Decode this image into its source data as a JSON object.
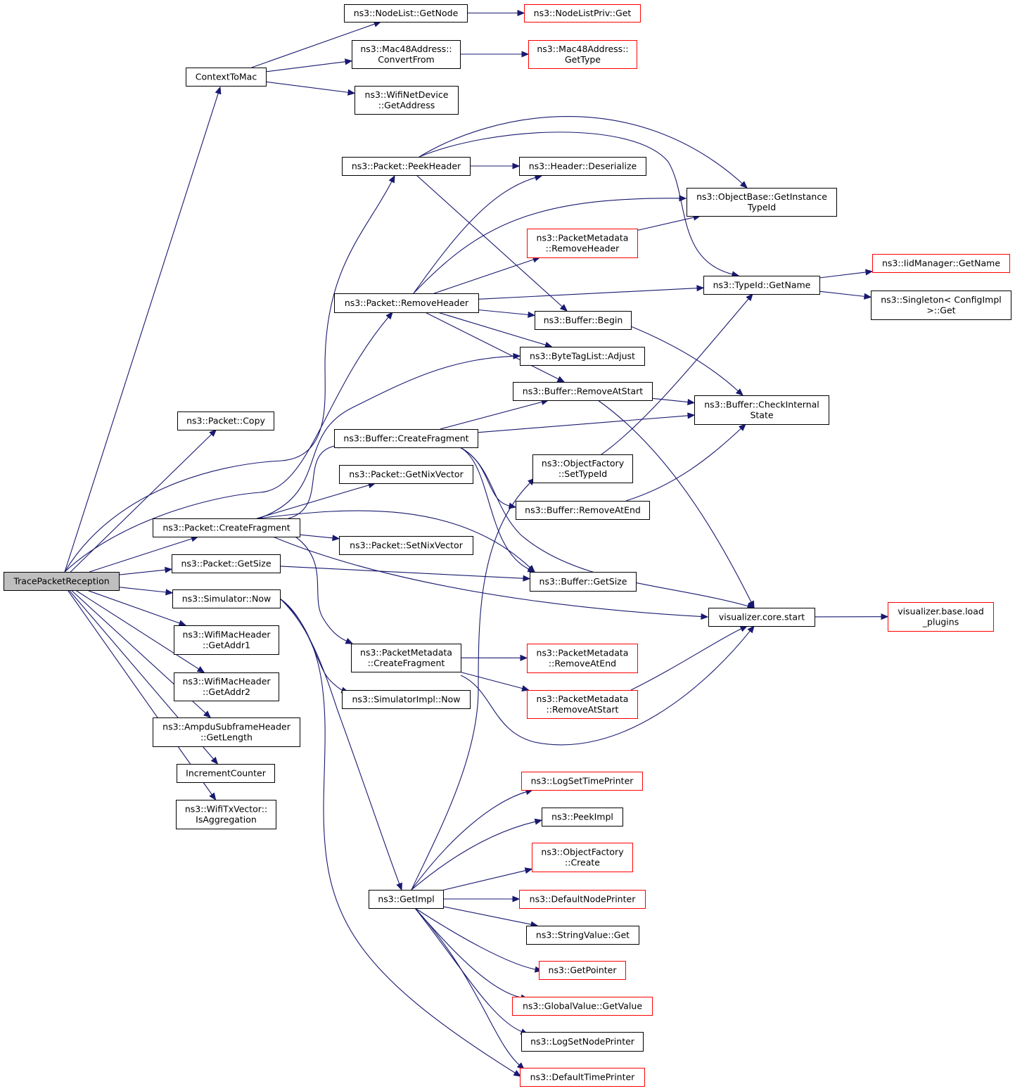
{
  "diagram": {
    "type": "call-graph",
    "edge_color": "#191970",
    "border_colors": {
      "default": "#000000",
      "truncated": "#ff0000",
      "root_fill": "#bfbfbf"
    },
    "nodes": [
      {
        "id": "root",
        "lines": [
          "TracePacketReception"
        ],
        "style": "root"
      },
      {
        "id": "ctm",
        "lines": [
          "ContextToMac"
        ]
      },
      {
        "id": "nlgn",
        "lines": [
          "ns3::NodeList::GetNode"
        ]
      },
      {
        "id": "nlpg",
        "lines": [
          "ns3::NodeListPriv::Get"
        ],
        "style": "red"
      },
      {
        "id": "m48cf",
        "lines": [
          "ns3::Mac48Address::",
          "ConvertFrom"
        ]
      },
      {
        "id": "m48gt",
        "lines": [
          "ns3::Mac48Address::",
          "GetType"
        ],
        "style": "red"
      },
      {
        "id": "wndga",
        "lines": [
          "ns3::WifiNetDevice",
          "::GetAddress"
        ]
      },
      {
        "id": "pph",
        "lines": [
          "ns3::Packet::PeekHeader"
        ]
      },
      {
        "id": "hdes",
        "lines": [
          "ns3::Header::Deserialize"
        ]
      },
      {
        "id": "obgit",
        "lines": [
          "ns3::ObjectBase::GetInstance",
          "TypeId"
        ]
      },
      {
        "id": "pmrh",
        "lines": [
          "ns3::PacketMetadata",
          "::RemoveHeader"
        ],
        "style": "red"
      },
      {
        "id": "tign",
        "lines": [
          "ns3::TypeId::GetName"
        ]
      },
      {
        "id": "iigm",
        "lines": [
          "ns3::IidManager::GetName"
        ],
        "style": "red"
      },
      {
        "id": "sgtn",
        "lines": [
          "ns3::Singleton< ConfigImpl",
          ">::Get"
        ]
      },
      {
        "id": "prh",
        "lines": [
          "ns3::Packet::RemoveHeader"
        ]
      },
      {
        "id": "bbeg",
        "lines": [
          "ns3::Buffer::Begin"
        ]
      },
      {
        "id": "btla",
        "lines": [
          "ns3::ByteTagList::Adjust"
        ]
      },
      {
        "id": "bras",
        "lines": [
          "ns3::Buffer::RemoveAtStart"
        ]
      },
      {
        "id": "bcis",
        "lines": [
          "ns3::Buffer::CheckInternal",
          "State"
        ]
      },
      {
        "id": "pcopy",
        "lines": [
          "ns3::Packet::Copy"
        ]
      },
      {
        "id": "bcf",
        "lines": [
          "ns3::Buffer::CreateFragment"
        ]
      },
      {
        "id": "pgnv",
        "lines": [
          "ns3::Packet::GetNixVector"
        ]
      },
      {
        "id": "ofst",
        "lines": [
          "ns3::ObjectFactory",
          "::SetTypeId"
        ]
      },
      {
        "id": "brae",
        "lines": [
          "ns3::Buffer::RemoveAtEnd"
        ]
      },
      {
        "id": "pcf",
        "lines": [
          "ns3::Packet::CreateFragment"
        ]
      },
      {
        "id": "psnv",
        "lines": [
          "ns3::Packet::SetNixVector"
        ]
      },
      {
        "id": "pgs",
        "lines": [
          "ns3::Packet::GetSize"
        ]
      },
      {
        "id": "bgs",
        "lines": [
          "ns3::Buffer::GetSize"
        ]
      },
      {
        "id": "snow",
        "lines": [
          "ns3::Simulator::Now"
        ]
      },
      {
        "id": "vcs",
        "lines": [
          "visualizer.core.start"
        ]
      },
      {
        "id": "vblp",
        "lines": [
          "visualizer.base.load",
          "_plugins"
        ],
        "style": "red"
      },
      {
        "id": "wmga1",
        "lines": [
          "ns3::WifiMacHeader",
          "::GetAddr1"
        ]
      },
      {
        "id": "pmcf",
        "lines": [
          "ns3::PacketMetadata",
          "::CreateFragment"
        ]
      },
      {
        "id": "pmrae",
        "lines": [
          "ns3::PacketMetadata",
          "::RemoveAtEnd"
        ],
        "style": "red"
      },
      {
        "id": "wmga2",
        "lines": [
          "ns3::WifiMacHeader",
          "::GetAddr2"
        ]
      },
      {
        "id": "sinow",
        "lines": [
          "ns3::SimulatorImpl::Now"
        ]
      },
      {
        "id": "pmras",
        "lines": [
          "ns3::PacketMetadata",
          "::RemoveAtStart"
        ],
        "style": "red"
      },
      {
        "id": "ashgl",
        "lines": [
          "ns3::AmpduSubframeHeader",
          "::GetLength"
        ]
      },
      {
        "id": "incc",
        "lines": [
          "IncrementCounter"
        ]
      },
      {
        "id": "wtvia",
        "lines": [
          "ns3::WifiTxVector::",
          "IsAggregation"
        ]
      },
      {
        "id": "lstp",
        "lines": [
          "ns3::LogSetTimePrinter"
        ],
        "style": "red"
      },
      {
        "id": "peek",
        "lines": [
          "ns3::PeekImpl"
        ]
      },
      {
        "id": "ofc",
        "lines": [
          "ns3::ObjectFactory",
          "::Create"
        ],
        "style": "red"
      },
      {
        "id": "gimpl",
        "lines": [
          "ns3::GetImpl"
        ]
      },
      {
        "id": "dnp",
        "lines": [
          "ns3::DefaultNodePrinter"
        ],
        "style": "red"
      },
      {
        "id": "svg",
        "lines": [
          "ns3::StringValue::Get"
        ]
      },
      {
        "id": "gptr",
        "lines": [
          "ns3::GetPointer"
        ],
        "style": "red"
      },
      {
        "id": "gvgv",
        "lines": [
          "ns3::GlobalValue::GetValue"
        ],
        "style": "red"
      },
      {
        "id": "lsnp",
        "lines": [
          "ns3::LogSetNodePrinter"
        ]
      },
      {
        "id": "dtp",
        "lines": [
          "ns3::DefaultTimePrinter"
        ],
        "style": "red"
      }
    ],
    "edges": [
      [
        "root",
        "ctm"
      ],
      [
        "root",
        "pcopy"
      ],
      [
        "root",
        "pph"
      ],
      [
        "root",
        "prh"
      ],
      [
        "root",
        "pcf"
      ],
      [
        "root",
        "pgs"
      ],
      [
        "root",
        "snow"
      ],
      [
        "root",
        "wmga1"
      ],
      [
        "root",
        "wmga2"
      ],
      [
        "root",
        "ashgl"
      ],
      [
        "root",
        "incc"
      ],
      [
        "root",
        "wtvia"
      ],
      [
        "ctm",
        "nlgn"
      ],
      [
        "ctm",
        "m48cf"
      ],
      [
        "ctm",
        "wndga"
      ],
      [
        "nlgn",
        "nlpg"
      ],
      [
        "m48cf",
        "m48gt"
      ],
      [
        "pph",
        "hdes"
      ],
      [
        "pph",
        "obgit"
      ],
      [
        "pph",
        "tign"
      ],
      [
        "pph",
        "bbeg"
      ],
      [
        "prh",
        "hdes"
      ],
      [
        "prh",
        "obgit"
      ],
      [
        "prh",
        "pmrh"
      ],
      [
        "prh",
        "tign"
      ],
      [
        "prh",
        "bbeg"
      ],
      [
        "prh",
        "btla"
      ],
      [
        "prh",
        "bras"
      ],
      [
        "pmrh",
        "obgit"
      ],
      [
        "tign",
        "iigm"
      ],
      [
        "tign",
        "sgtn"
      ],
      [
        "bbeg",
        "bcis"
      ],
      [
        "bras",
        "bcis"
      ],
      [
        "bras",
        "vcs"
      ],
      [
        "pcf",
        "btla"
      ],
      [
        "pcf",
        "bcf"
      ],
      [
        "pcf",
        "pgnv"
      ],
      [
        "pcf",
        "psnv"
      ],
      [
        "pcf",
        "bgs"
      ],
      [
        "pcf",
        "vcs"
      ],
      [
        "pcf",
        "pmcf"
      ],
      [
        "bcf",
        "bras"
      ],
      [
        "bcf",
        "bcis"
      ],
      [
        "bcf",
        "brae"
      ],
      [
        "bcf",
        "bgs"
      ],
      [
        "bcf",
        "vcs"
      ],
      [
        "ofst",
        "tign"
      ],
      [
        "brae",
        "bcis"
      ],
      [
        "pgs",
        "bgs"
      ],
      [
        "snow",
        "gimpl"
      ],
      [
        "snow",
        "sinow"
      ],
      [
        "snow",
        "dtp"
      ],
      [
        "vcs",
        "vblp"
      ],
      [
        "pmcf",
        "pmrae"
      ],
      [
        "pmcf",
        "pmras"
      ],
      [
        "pmcf",
        "vcs"
      ],
      [
        "pmras",
        "vcs"
      ],
      [
        "gimpl",
        "ofst"
      ],
      [
        "gimpl",
        "lstp"
      ],
      [
        "gimpl",
        "peek"
      ],
      [
        "gimpl",
        "ofc"
      ],
      [
        "gimpl",
        "dnp"
      ],
      [
        "gimpl",
        "svg"
      ],
      [
        "gimpl",
        "gptr"
      ],
      [
        "gimpl",
        "gvgv"
      ],
      [
        "gimpl",
        "lsnp"
      ],
      [
        "gimpl",
        "dtp"
      ]
    ]
  }
}
